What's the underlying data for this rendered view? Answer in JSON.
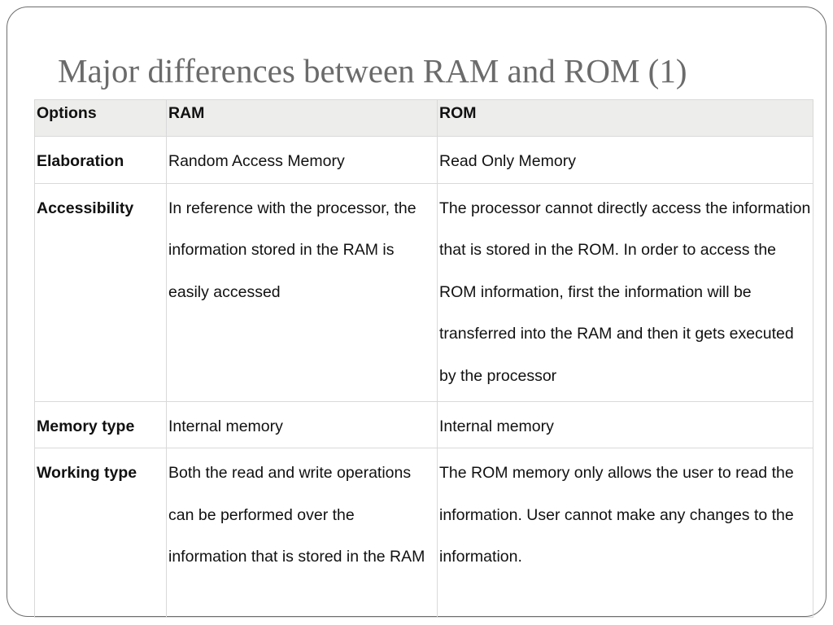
{
  "slide": {
    "title": "Major differences between RAM and ROM (1)"
  },
  "table": {
    "headers": [
      "Options",
      "RAM",
      "ROM"
    ],
    "rows": [
      {
        "option": "Elaboration",
        "ram": "Random Access Memory",
        "rom": "Read Only Memory"
      },
      {
        "option": "Accessibility",
        "ram": "In reference with the processor, the information stored in the RAM is easily accessed",
        "rom": "The processor cannot directly access the information that is stored in the ROM. In order to access the ROM information, first the information will be transferred into the RAM and then it gets executed by the processor"
      },
      {
        "option": "Memory type",
        "ram": "Internal memory",
        "rom": "Internal memory"
      },
      {
        "option": "Working type",
        "ram": "Both the read and write operations can be performed over the information that is stored in the RAM",
        "rom": "The ROM memory only allows the user to read the information. User cannot make any changes to the information."
      }
    ]
  }
}
